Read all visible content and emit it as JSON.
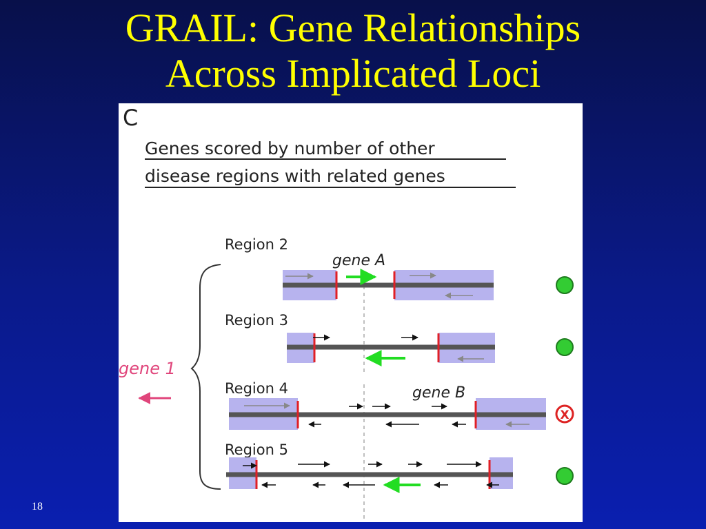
{
  "slide": {
    "title_line1": "GRAIL: Gene Relationships",
    "title_line2": "Across Implicated Loci",
    "number": "18"
  },
  "panel": {
    "letter": "C",
    "heading_line1": "Genes scored by number of other",
    "heading_line2": "disease regions with related genes",
    "gene1_label": "gene 1",
    "regions": [
      {
        "label": "Region 2",
        "gene_label": "gene A",
        "status": "related"
      },
      {
        "label": "Region 3",
        "gene_label": "",
        "status": "related"
      },
      {
        "label": "Region 4",
        "gene_label": "gene B",
        "status": "unrelated"
      },
      {
        "label": "Region 5",
        "gene_label": "",
        "status": "related"
      }
    ],
    "unrelated_mark": "X"
  },
  "colors": {
    "background": "#0a1a8a",
    "title": "#ffff00",
    "region_box": "#b7b3ee",
    "chromosome": "#555555",
    "boundary": "#e01f26",
    "related_gene": "#22dd22",
    "related_status": "#33cc33",
    "unrelated_status": "#dd2222",
    "gene1": "#e0457b"
  }
}
